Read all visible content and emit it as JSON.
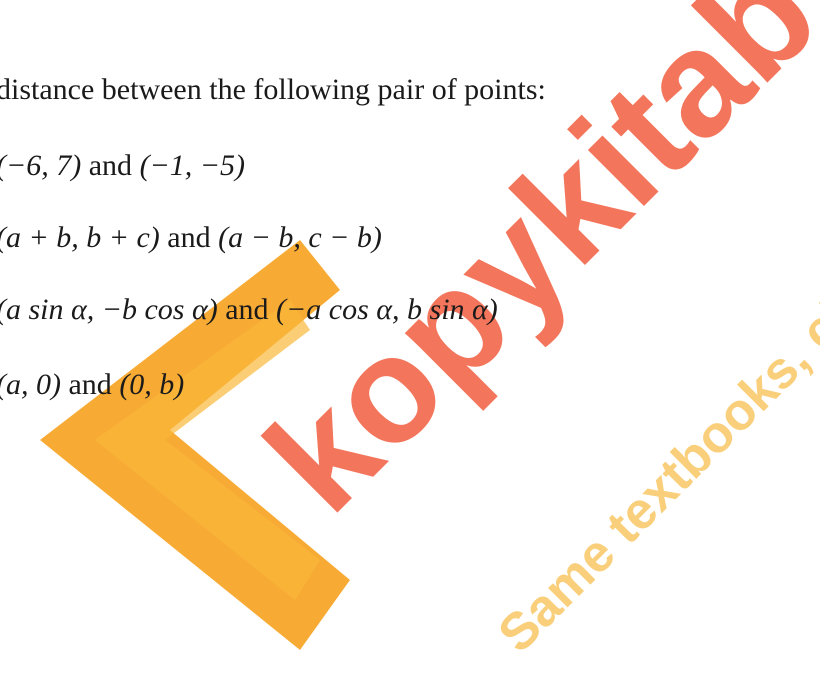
{
  "intro_text": "distance between the following pair of points:",
  "items": [
    {
      "first": "(−6, 7)",
      "connector": "and",
      "second": "(−1, −5)"
    },
    {
      "first": "(a + b, b + c)",
      "connector": "and",
      "second": "(a − b, c − b)"
    },
    {
      "first": "(a sin α, −b cos α)",
      "connector": "and",
      "second": "(−a cos α, b sin α)"
    },
    {
      "first": "(a, 0)",
      "connector": "and",
      "second": "(0, b)"
    }
  ],
  "watermark": {
    "logo_text": "kopykitab",
    "tagline": "Same textbooks, click away",
    "logo_color": "#f26b4f",
    "accent_color": "#f7a21e",
    "tagline_color": "#f9c766"
  }
}
